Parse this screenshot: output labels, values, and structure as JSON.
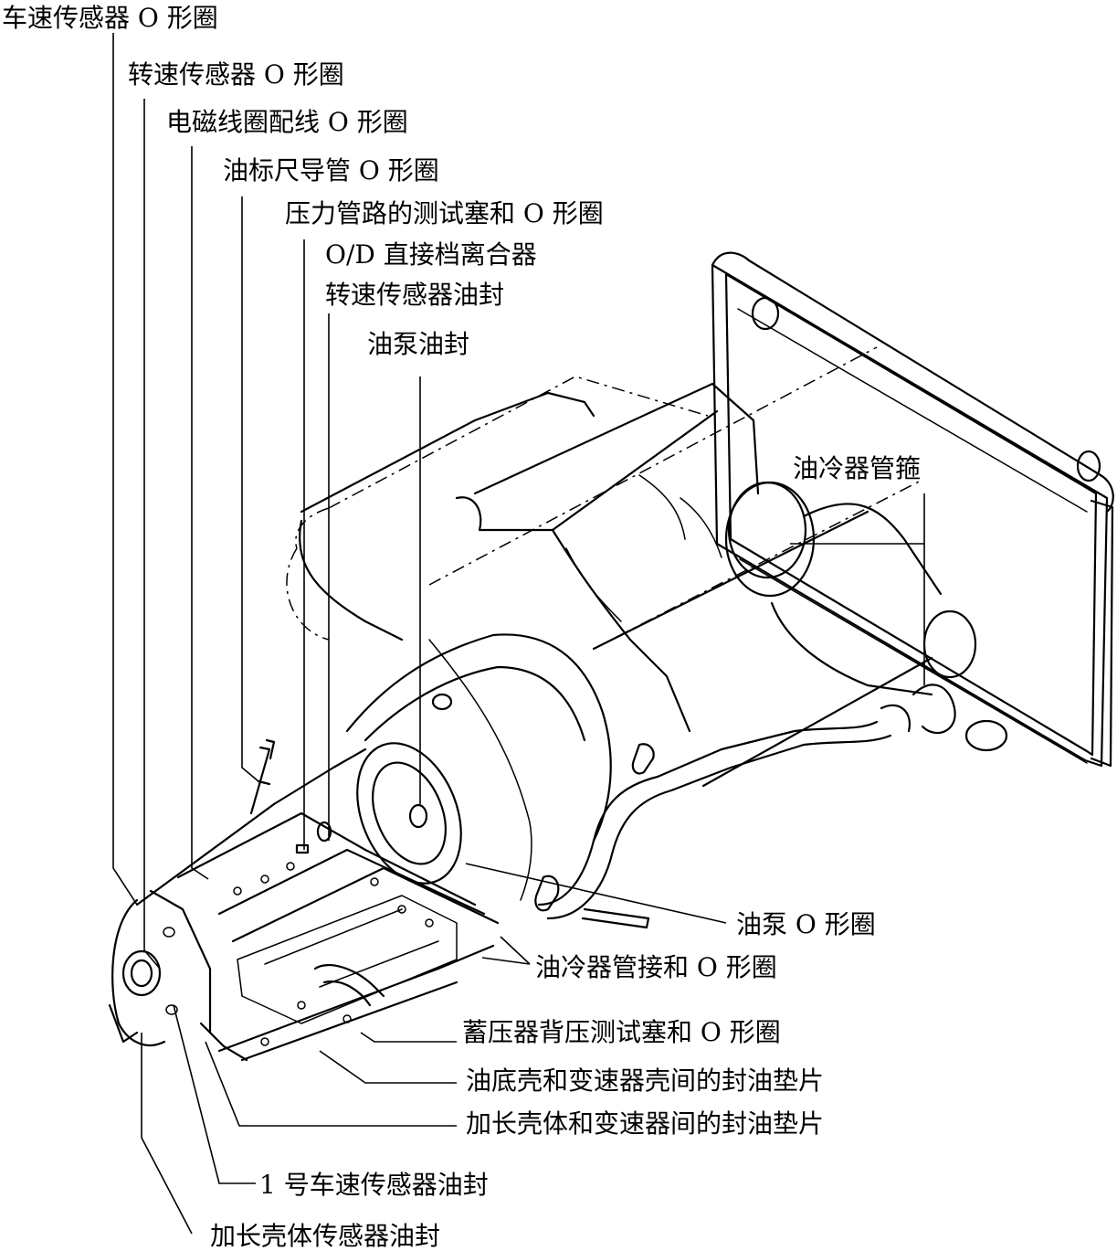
{
  "labels": {
    "vehicle_speed_sensor_oring": "车速传感器 O 形圈",
    "speed_sensor_oring": "转速传感器 O 形圈",
    "solenoid_wiring_oring": "电磁线圈配线 O 形圈",
    "dipstick_tube_oring": "油标尺导管 O 形圈",
    "pressure_test_plug_oring": "压力管路的测试塞和 O 形圈",
    "od_direct_clutch": "O/D 直接档离合器",
    "speed_sensor_oil_seal": "转速传感器油封",
    "oil_pump_oil_seal": "油泵油封",
    "oil_cooler_hose_clamp": "油冷器管箍",
    "oil_pump_oring": "油泵 O 形圈",
    "oil_cooler_union_oring": "油冷器管接和 O 形圈",
    "accumulator_back_pressure_plug_oring": "蓄压器背压测试塞和 O 形圈",
    "oil_pan_gasket": "油底壳和变速器壳间的封油垫片",
    "extension_housing_gasket": "加长壳体和变速器间的封油垫片",
    "no1_vehicle_speed_sensor_oil_seal": "1 号车速传感器油封",
    "extension_housing_sensor_oil_seal": "加长壳体传感器油封"
  }
}
